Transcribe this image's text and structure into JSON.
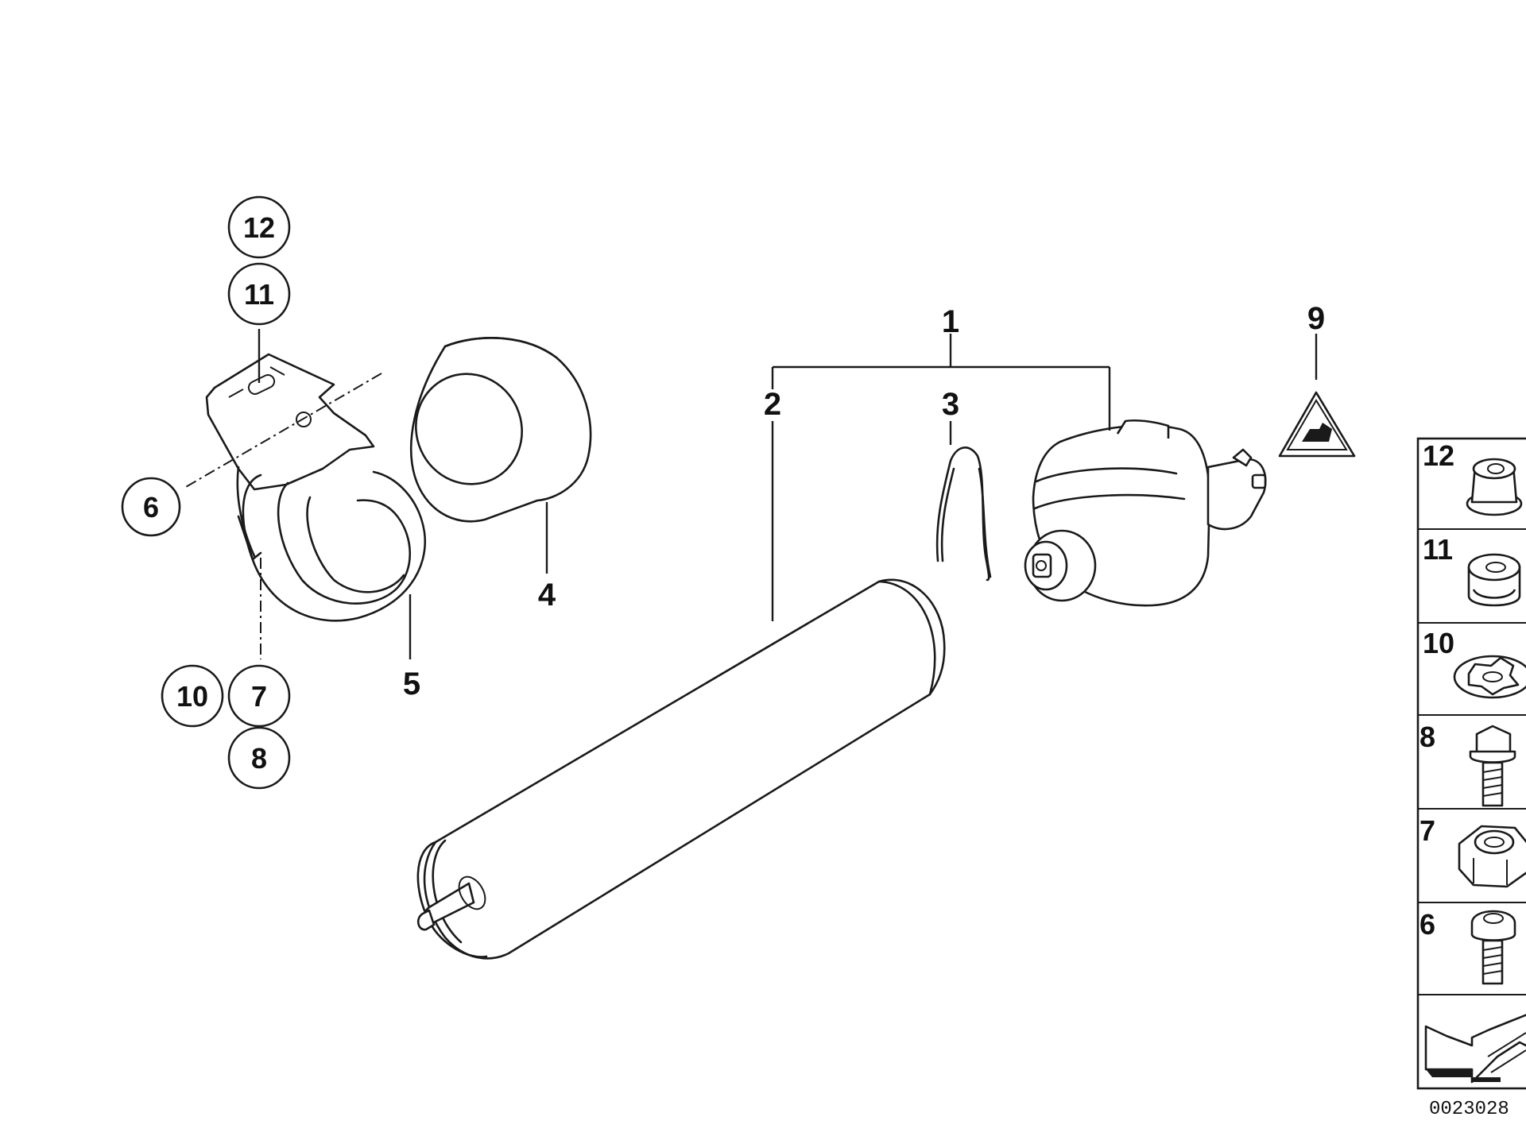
{
  "callouts": {
    "c1": "1",
    "c2": "2",
    "c3": "3",
    "c4": "4",
    "c5": "5",
    "c6": "6",
    "c7": "7",
    "c8": "8",
    "c9": "9",
    "c10": "10",
    "c11": "11",
    "c12": "12"
  },
  "sidebar": {
    "items": [
      {
        "label": "12",
        "icon": "flange-nut-icon"
      },
      {
        "label": "11",
        "icon": "rubber-bushing-icon"
      },
      {
        "label": "10",
        "icon": "clip-nut-icon"
      },
      {
        "label": "8",
        "icon": "hex-bolt-icon"
      },
      {
        "label": "7",
        "icon": "hex-nut-icon"
      },
      {
        "label": "6",
        "icon": "torx-screw-icon"
      }
    ],
    "footer_icon": "direction-arrow-icon"
  },
  "reference_number": "0023028"
}
